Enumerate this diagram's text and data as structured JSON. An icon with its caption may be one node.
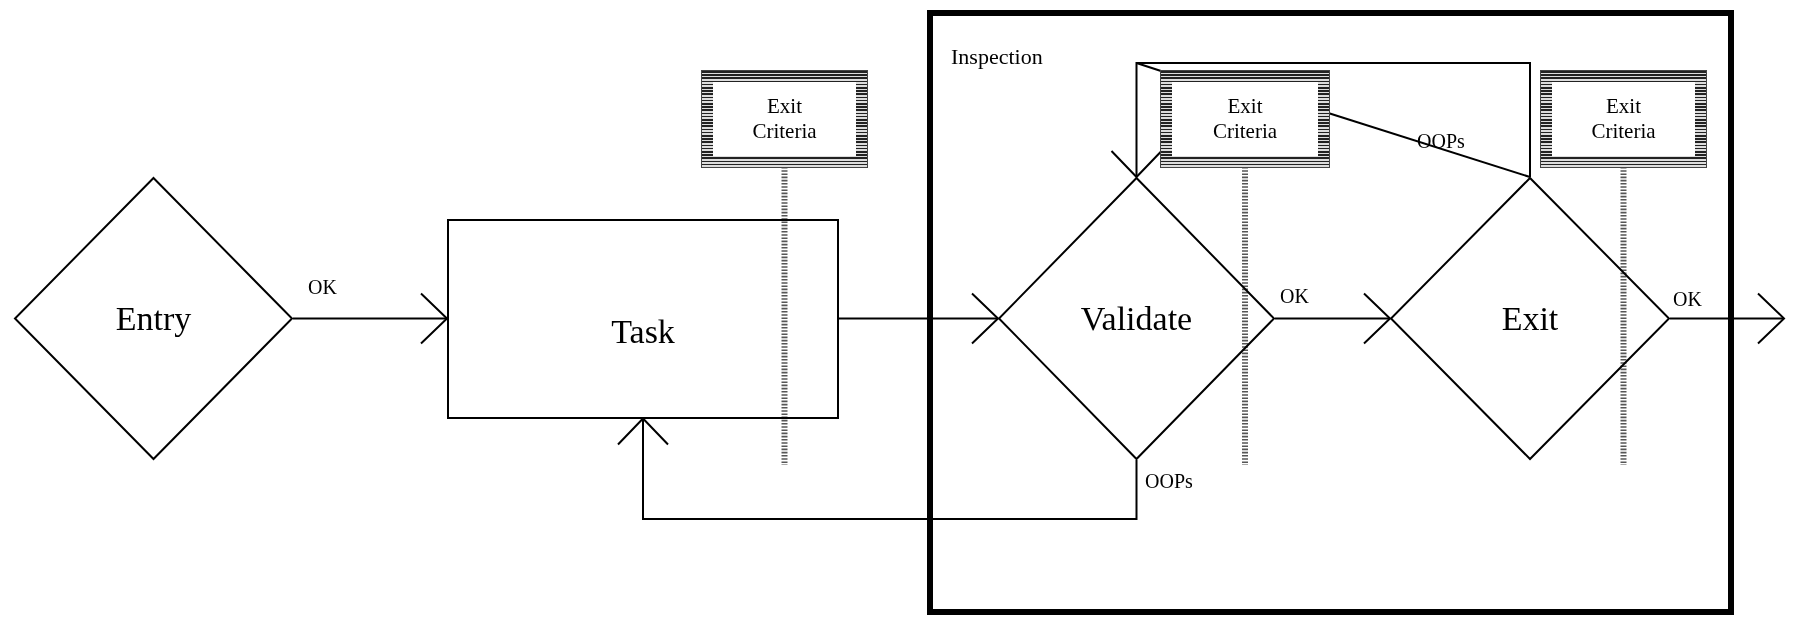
{
  "diagram": {
    "nodes": [
      {
        "text": [
          "Entry"
        ]
      },
      {
        "text": [
          "Task"
        ]
      },
      {
        "text": [
          "Exit Criteria"
        ]
      },
      {
        "text": [
          "Inspection"
        ]
      },
      {
        "text": [
          "Validate"
        ],
        "in": 3
      },
      {
        "text": [
          "Exit Criteria"
        ],
        "in": 3
      },
      {
        "text": [
          "Exit"
        ],
        "in": 3
      },
      {
        "text": [
          "Exit Criteria"
        ],
        "in": 3
      }
    ],
    "edges": [
      {
        "from": 0,
        "to": 1,
        "arrow": "to",
        "label": "OK"
      },
      {
        "from": 1,
        "to": 4,
        "arrow": "to"
      },
      {
        "from": 4,
        "to": 6,
        "arrow": "to",
        "label": "OK"
      },
      {
        "from": 6,
        "to": null,
        "arrow": "to",
        "label": "OK"
      },
      {
        "from": 4,
        "to": 1,
        "arrow": "to",
        "label": "OOPs"
      },
      {
        "from": 6,
        "to": 4,
        "arrow": "to"
      },
      {
        "from": 5,
        "to": 6,
        "arrow": "none",
        "label": "OOPs"
      },
      {
        "from": 5,
        "to": null,
        "arrow": "none"
      },
      {
        "from": 2,
        "to": null,
        "arrow": "none",
        "style": "dashed"
      },
      {
        "from": 5,
        "to": null,
        "arrow": "none",
        "style": "dashed"
      },
      {
        "from": 7,
        "to": null,
        "arrow": "none",
        "style": "dashed"
      }
    ]
  }
}
